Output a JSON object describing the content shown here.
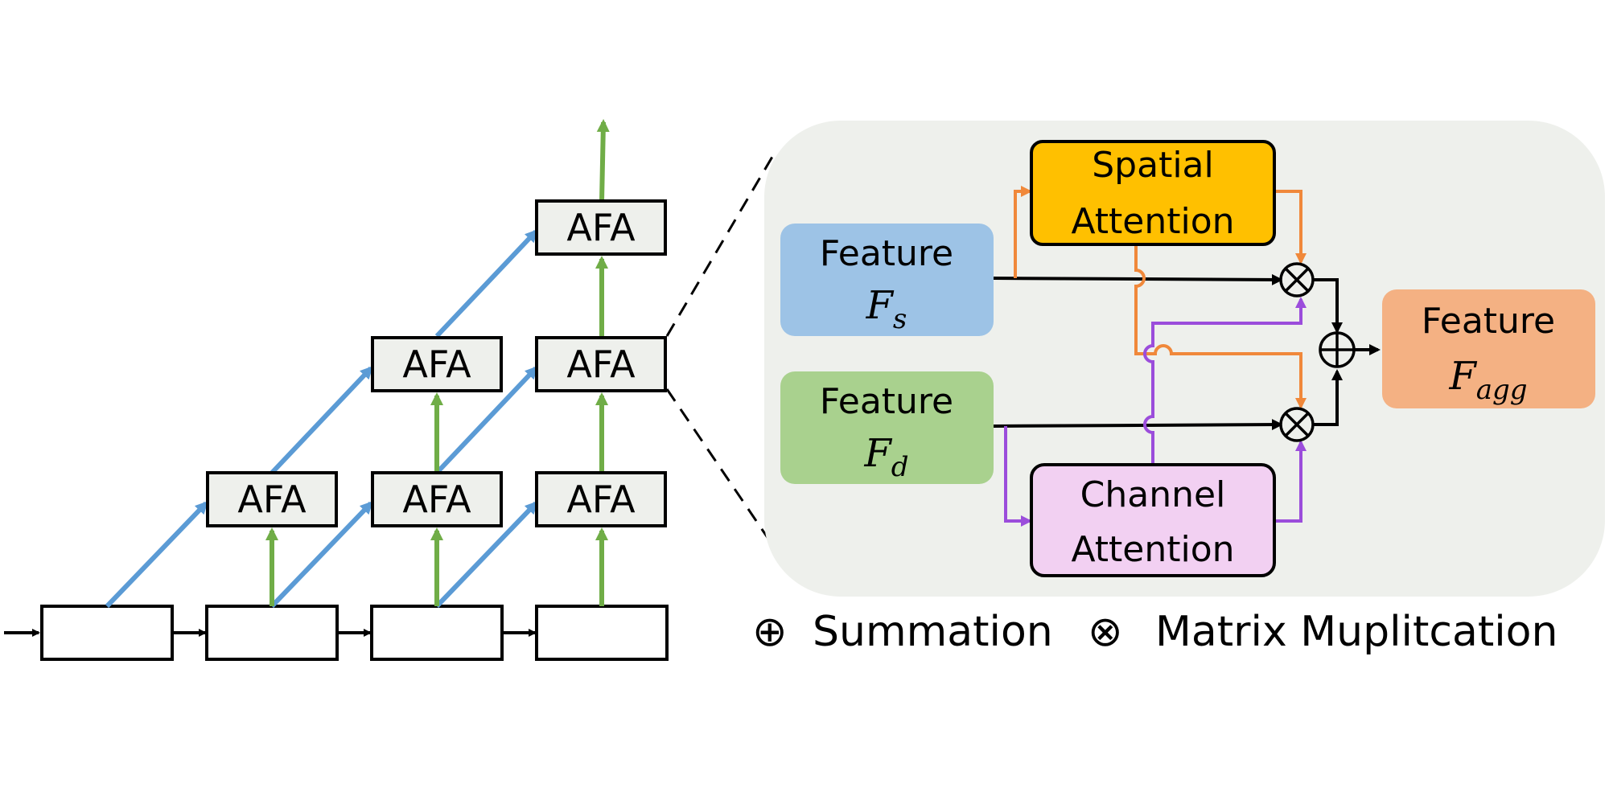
{
  "afa_label": "AFA",
  "boxes": {
    "spatial": {
      "line1": "Spatial",
      "line2": "Attention"
    },
    "channel": {
      "line1": "Channel",
      "line2": "Attention"
    },
    "feature_s": {
      "title": "Feature",
      "math": "F",
      "sub": "s"
    },
    "feature_d": {
      "title": "Feature",
      "math": "F",
      "sub": "d"
    },
    "feature_agg": {
      "title": "Feature",
      "math": "F",
      "sub": "agg"
    }
  },
  "legend": {
    "sum_symbol": "⊕",
    "sum_label": "Summation",
    "mul_symbol": "⊗",
    "mul_label": "Matrix Muplitcation"
  },
  "colors": {
    "spatial_fill": "#FFC000",
    "channel_fill": "#F2D0F2",
    "feature_s_fill": "#9DC3E6",
    "feature_d_fill": "#A9D18E",
    "feature_agg_fill": "#F4B183",
    "afa_fill": "#EEF0EC",
    "panel_fill": "#EEF0EC",
    "arrow_blue": "#5B9BD5",
    "arrow_green": "#70AD47",
    "arrow_orange": "#F0883A",
    "arrow_purple": "#9B4DDB"
  }
}
